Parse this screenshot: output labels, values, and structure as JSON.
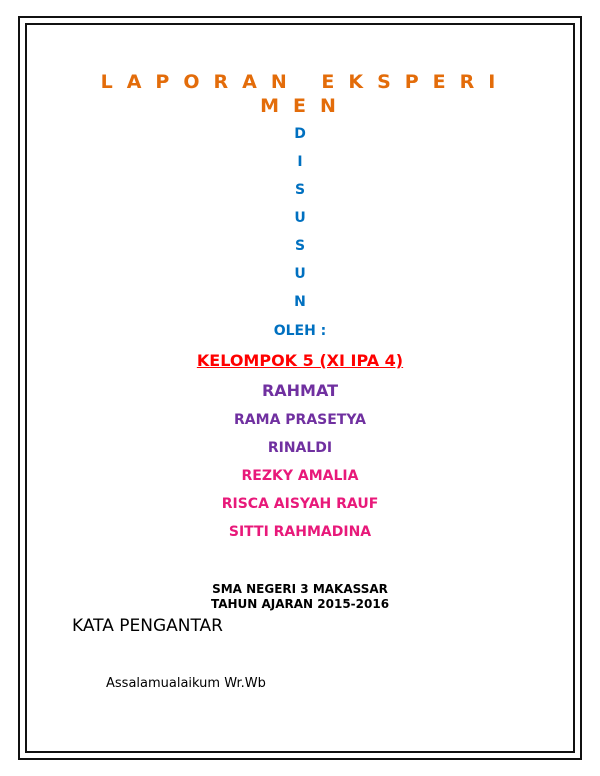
{
  "document": {
    "title": "LAPORAN EKSPERIMEN",
    "disusun_letters": [
      "D",
      "I",
      "S",
      "U",
      "S",
      "U",
      "N"
    ],
    "oleh": "OLEH :",
    "group": "KELOMPOK 5 (XI IPA 4)",
    "members": [
      "RAHMAT",
      "RAMA PRASETYA",
      "RINALDI",
      "REZKY AMALIA",
      "RISCA AISYAH RAUF",
      "SITTI RAHMADINA"
    ],
    "school": "SMA NEGERI 3 MAKASSAR",
    "year": "TAHUN AJARAN 2015-2016",
    "section_heading": "KATA PENGANTAR",
    "greeting": "Assalamualaikum Wr.Wb"
  },
  "colors": {
    "title": "#e36c0a",
    "disusun": "#0070c0",
    "group": "#ff0000",
    "members_purple": "#7030a0",
    "members_pink": "#e8197a"
  }
}
